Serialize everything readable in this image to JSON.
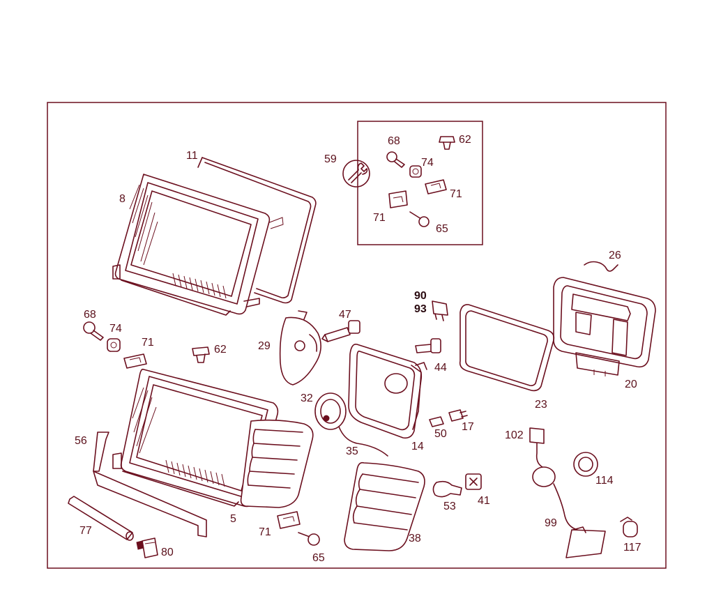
{
  "labels": {
    "p11": "11",
    "p8": "8",
    "p59": "59",
    "p68a": "68",
    "p62a": "62",
    "p74a": "74",
    "p71a": "71",
    "p71b": "71",
    "p65a": "65",
    "p26": "26",
    "p90": "90",
    "p93": "93",
    "p47": "47",
    "p68b": "68",
    "p74b": "74",
    "p71c": "71",
    "p62b": "62",
    "p29": "29",
    "p44": "44",
    "p20": "20",
    "p23": "23",
    "p32": "32",
    "p17": "17",
    "p50": "50",
    "p56": "56",
    "p35": "35",
    "p14": "14",
    "p102": "102",
    "p114": "114",
    "p53": "53",
    "p41": "41",
    "p5": "5",
    "p77": "77",
    "p71d": "71",
    "p38": "38",
    "p99": "99",
    "p65b": "65",
    "p80": "80",
    "p117": "117"
  },
  "colors": {
    "line": "#6b0f1e",
    "label": "#5a0f1a",
    "label_bold": "#2a0a10",
    "background": "#ffffff"
  }
}
